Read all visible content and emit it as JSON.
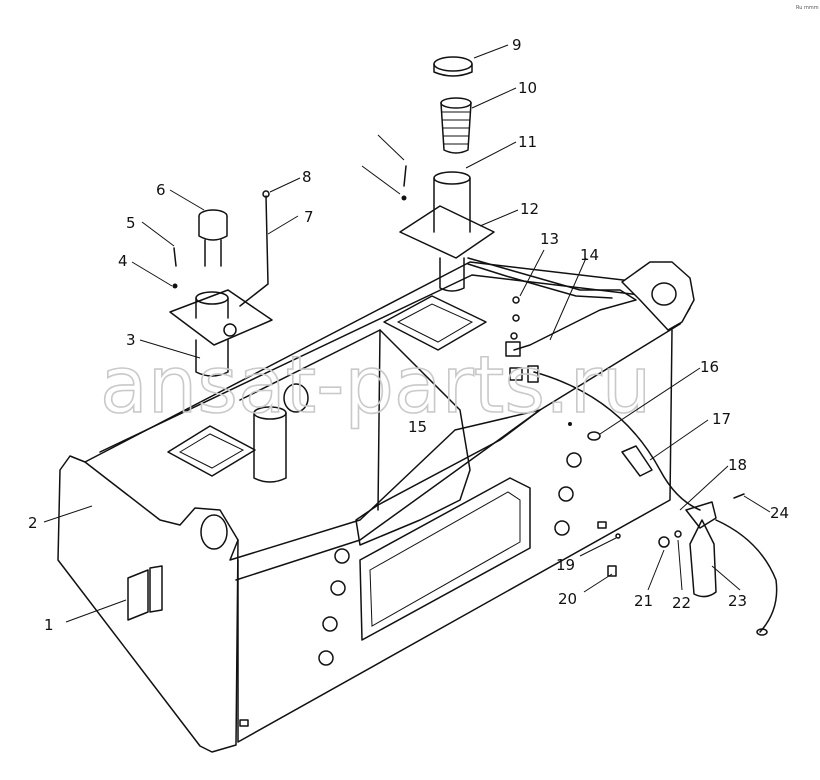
{
  "corner_note": "Ru mmm",
  "watermark": "ansat-parts.ru",
  "callouts": [
    "1",
    "2",
    "3",
    "4",
    "5",
    "6",
    "7",
    "8",
    "9",
    "10",
    "11",
    "12",
    "13",
    "14",
    "15",
    "16",
    "17",
    "18",
    "19",
    "20",
    "21",
    "22",
    "23",
    "24"
  ]
}
